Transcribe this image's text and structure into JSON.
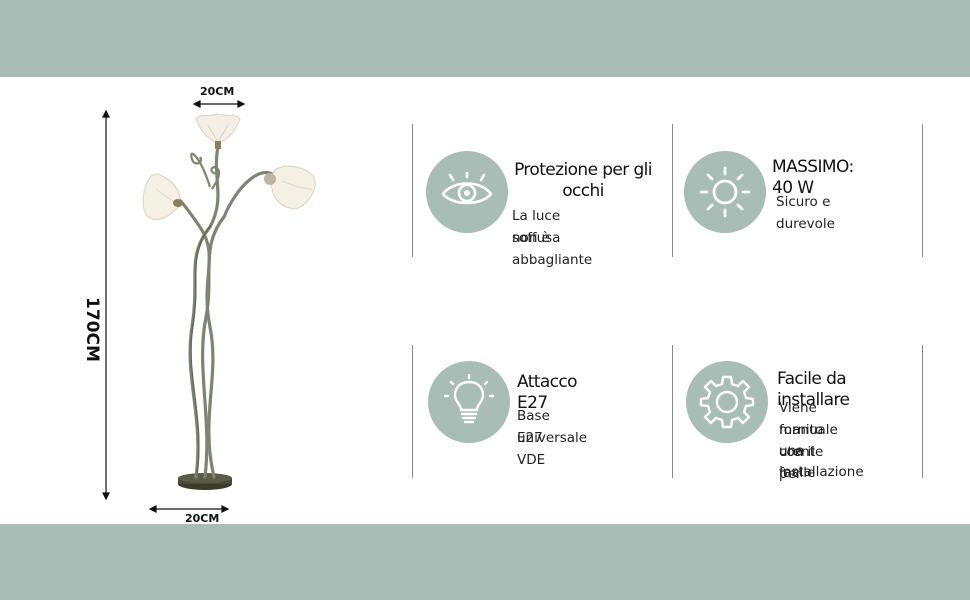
{
  "dimensions": {
    "top_width": "20CM",
    "bottom_width": "20CM",
    "height": "170CM"
  },
  "features": [
    {
      "icon": "eye-icon",
      "title": "Protezione per gli occhi",
      "description_lines": [
        "La luce soffusa",
        "non è abbagliante"
      ]
    },
    {
      "icon": "sun-icon",
      "title": "MASSIMO: 40 W",
      "description_lines": [
        "Sicuro e durevole"
      ]
    },
    {
      "icon": "lightbulb-icon",
      "title": "Attacco E27",
      "description_lines": [
        "Base universale VDE",
        "E27"
      ]
    },
    {
      "icon": "gear-icon",
      "title": "Facile da installare",
      "description_lines": [
        "Viene fornito con il",
        "manuale utente per",
        "una facile",
        "installazione"
      ]
    }
  ],
  "colors": {
    "band": "#a7bdb6",
    "icon_circle": "#a7bdb6",
    "background": "#ffffff"
  }
}
